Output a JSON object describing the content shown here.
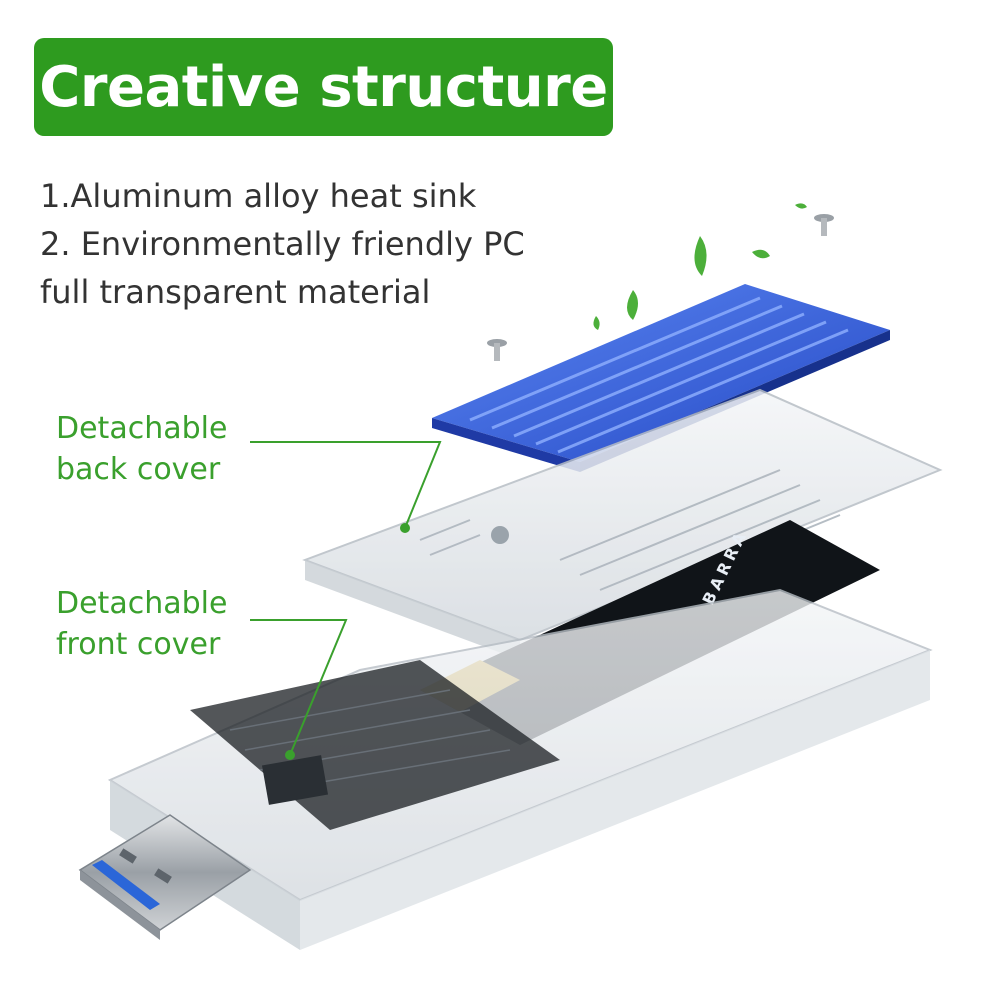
{
  "banner": {
    "title": "Creative structure",
    "color": "#2e9b1f"
  },
  "features": [
    "1.Aluminum alloy heat sink",
    "2. Environmentally friendly PC",
    "full transparent material"
  ],
  "callouts": {
    "back_cover": [
      "Detachable",
      "back cover"
    ],
    "front_cover": [
      "Detachable",
      "front cover"
    ],
    "color": "#3aa02d"
  },
  "ssd_label": "BARRA",
  "colors": {
    "heatsink": "#2f5fd6",
    "pcb": "#101418",
    "gold_contacts": "#d9b13a",
    "leaf": "#4caf3a"
  },
  "icons": [
    "leaf-icon",
    "screw-icon",
    "usb-plug-icon",
    "heat-sink-icon"
  ]
}
